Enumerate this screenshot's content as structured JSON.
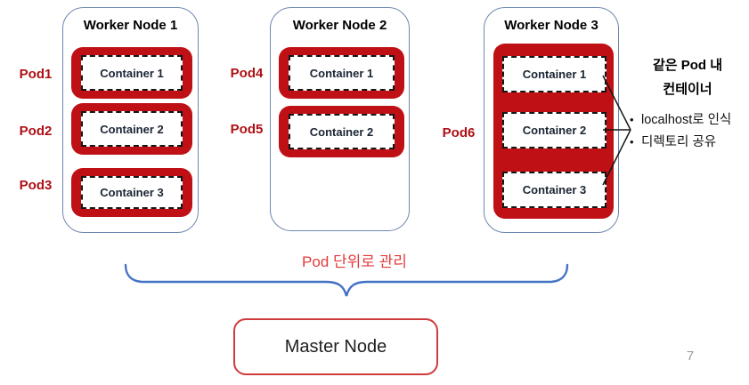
{
  "colors": {
    "pod_red": "#bf1015",
    "pod_label_red": "#ae0f14",
    "node_border_blue": "#6e86b0",
    "brace_blue": "#4472c4",
    "brace_label_red": "#e23b3b",
    "master_border_red": "#cf3b3c",
    "container_text": "#1b2533",
    "page_number_gray": "#9a9aa0"
  },
  "nodes": [
    {
      "title": "Worker Node 1",
      "pods": [
        {
          "label": "Pod1",
          "containers": [
            "Container 1"
          ]
        },
        {
          "label": "Pod2",
          "containers": [
            "Container 2"
          ]
        },
        {
          "label": "Pod3",
          "containers": [
            "Container 3"
          ]
        }
      ]
    },
    {
      "title": "Worker Node 2",
      "pods": [
        {
          "label": "Pod4",
          "containers": [
            "Container 1"
          ]
        },
        {
          "label": "Pod5",
          "containers": [
            "Container 2"
          ]
        }
      ]
    },
    {
      "title": "Worker Node 3",
      "pods": [
        {
          "label": "Pod6",
          "containers": [
            "Container 1",
            "Container 2",
            "Container 3"
          ]
        }
      ]
    }
  ],
  "annotation": {
    "title_line1": "같은 Pod 내",
    "title_line2": "컨테이너",
    "bullet_char": "•",
    "bullets": [
      "localhost로 인식",
      "디렉토리 공유"
    ]
  },
  "brace_label": "Pod 단위로 관리",
  "master_node": {
    "label": "Master Node"
  },
  "page_number": "7"
}
